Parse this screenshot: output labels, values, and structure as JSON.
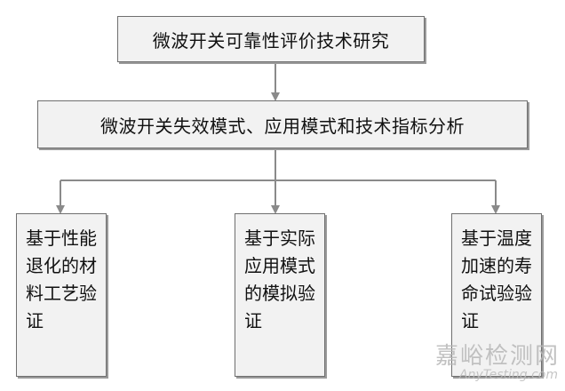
{
  "top_node": {
    "label": "微波开关可靠性评价技术研究"
  },
  "middle_node": {
    "label": "微波开关失效模式、应用模式和技术指标分析"
  },
  "leaves": [
    {
      "label": "基于性能退化的材料工艺验证"
    },
    {
      "label": "基于实际应用模式的模拟验证"
    },
    {
      "label": "基于温度加速的寿命试验验证"
    }
  ],
  "watermark": {
    "main": "嘉峪检测网",
    "sub": "AnyTesting.com"
  },
  "colors": {
    "box_fill": "#f2f2f2",
    "box_border": "#6f6f6f",
    "connector": "#8a8a8a",
    "text": "#111111",
    "watermark": "#b8b8b8"
  }
}
